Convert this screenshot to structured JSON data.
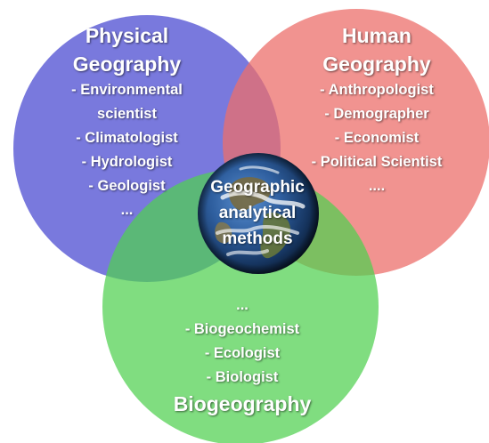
{
  "circles": {
    "physical": {
      "title_line1": "Physical",
      "title_line2": "Geography",
      "items": [
        "- Environmental",
        "scientist",
        "- Climatologist",
        "- Hydrologist",
        "- Geologist",
        "..."
      ],
      "color": "#6b6bd8"
    },
    "human": {
      "title_line1": "Human",
      "title_line2": "Geography",
      "items": [
        "- Anthropologist",
        "- Demographer",
        "- Economist",
        "- Political Scientist",
        "...."
      ],
      "color": "#ee8480"
    },
    "bio": {
      "title": "Biogeography",
      "items": [
        "...",
        "- Biogeochemist",
        "- Ecologist",
        "- Biologist"
      ],
      "color": "#6bd66b"
    }
  },
  "center": {
    "line1": "Geographic",
    "line2": "analytical",
    "line3": "methods",
    "icon": "earth-icon"
  }
}
